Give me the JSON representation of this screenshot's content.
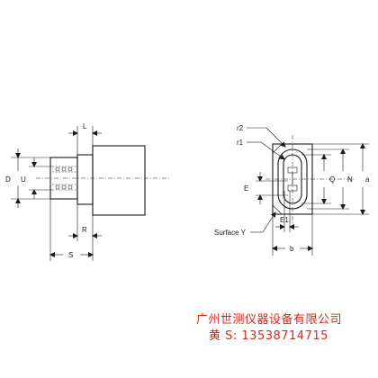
{
  "drawing": {
    "side_view": {
      "labels": {
        "D": "D",
        "U": "U",
        "L": "L",
        "R": "R",
        "S": "S"
      }
    },
    "front_view": {
      "labels": {
        "r2": "r2",
        "r1": "r1",
        "E": "E",
        "Q": "Q",
        "N": "N",
        "a": "a",
        "E1": "E1",
        "b": "b",
        "surface_y": "Surface Y"
      }
    }
  },
  "watermark": {
    "company": "广州世测仪器设备有限公司",
    "contact": "黄 S: 13538714715"
  },
  "colors": {
    "line": "#1a1a1a",
    "watermark": "#d42a1c",
    "background": "#ffffff"
  }
}
